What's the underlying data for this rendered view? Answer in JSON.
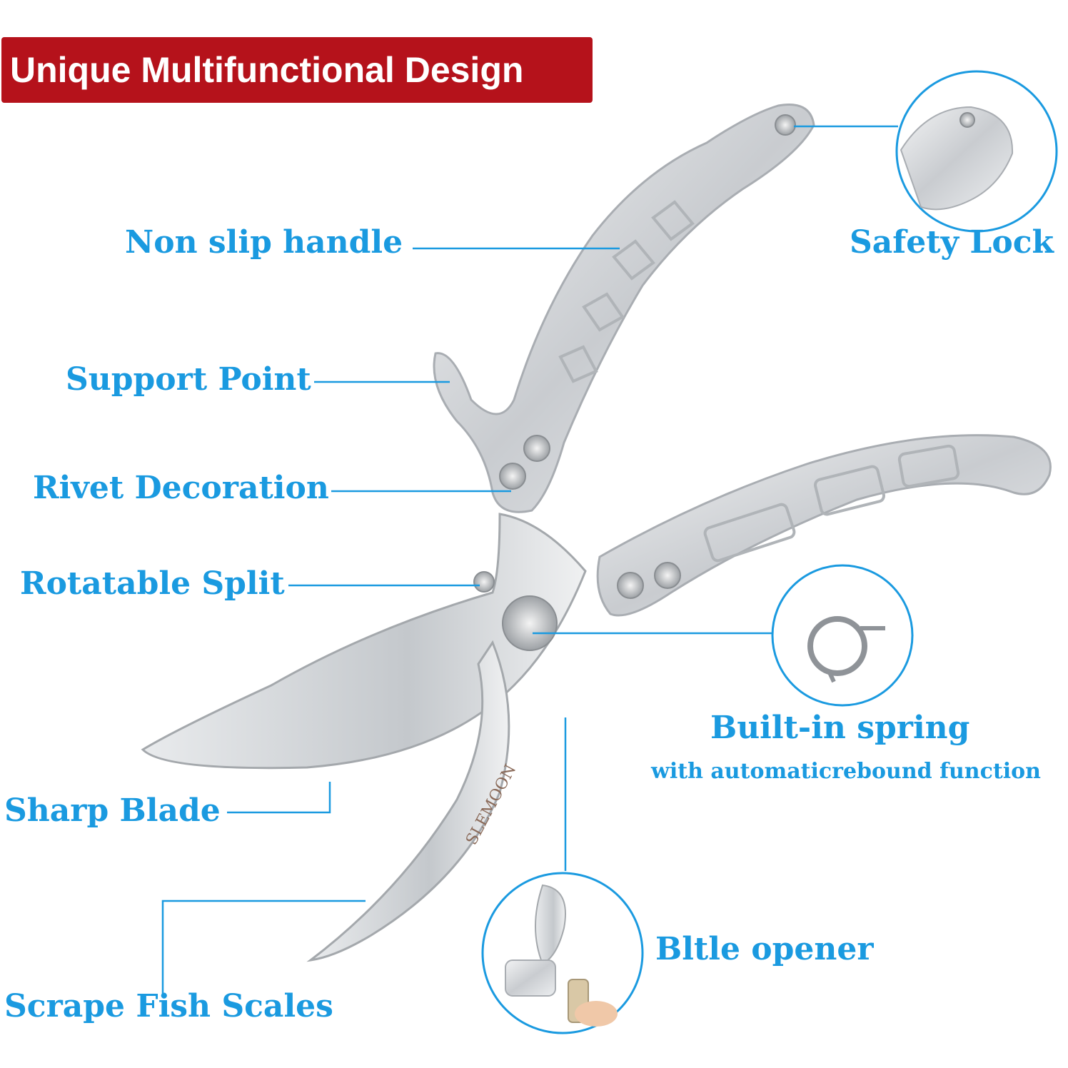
{
  "banner": {
    "title": "Unique Multifunctional Design"
  },
  "labels": {
    "non_slip_handle": "Non slip handle",
    "safety_lock": "Safety Lock",
    "support_point": "Support Point",
    "rivet_decoration": "Rivet Decoration",
    "rotatable_split": "Rotatable Split",
    "built_in_spring": "Built-in spring",
    "built_in_spring_sub": "with automaticrebound function",
    "sharp_blade": "Sharp Blade",
    "scrape_fish_scales": "Scrape Fish Scales",
    "bottle_opener": "Bltle opener"
  },
  "product": {
    "brand_engraving": "SLEMOON"
  },
  "colors": {
    "accent": "#1a9ae0",
    "banner": "#b5121b",
    "steel": "#d6d9dc"
  }
}
